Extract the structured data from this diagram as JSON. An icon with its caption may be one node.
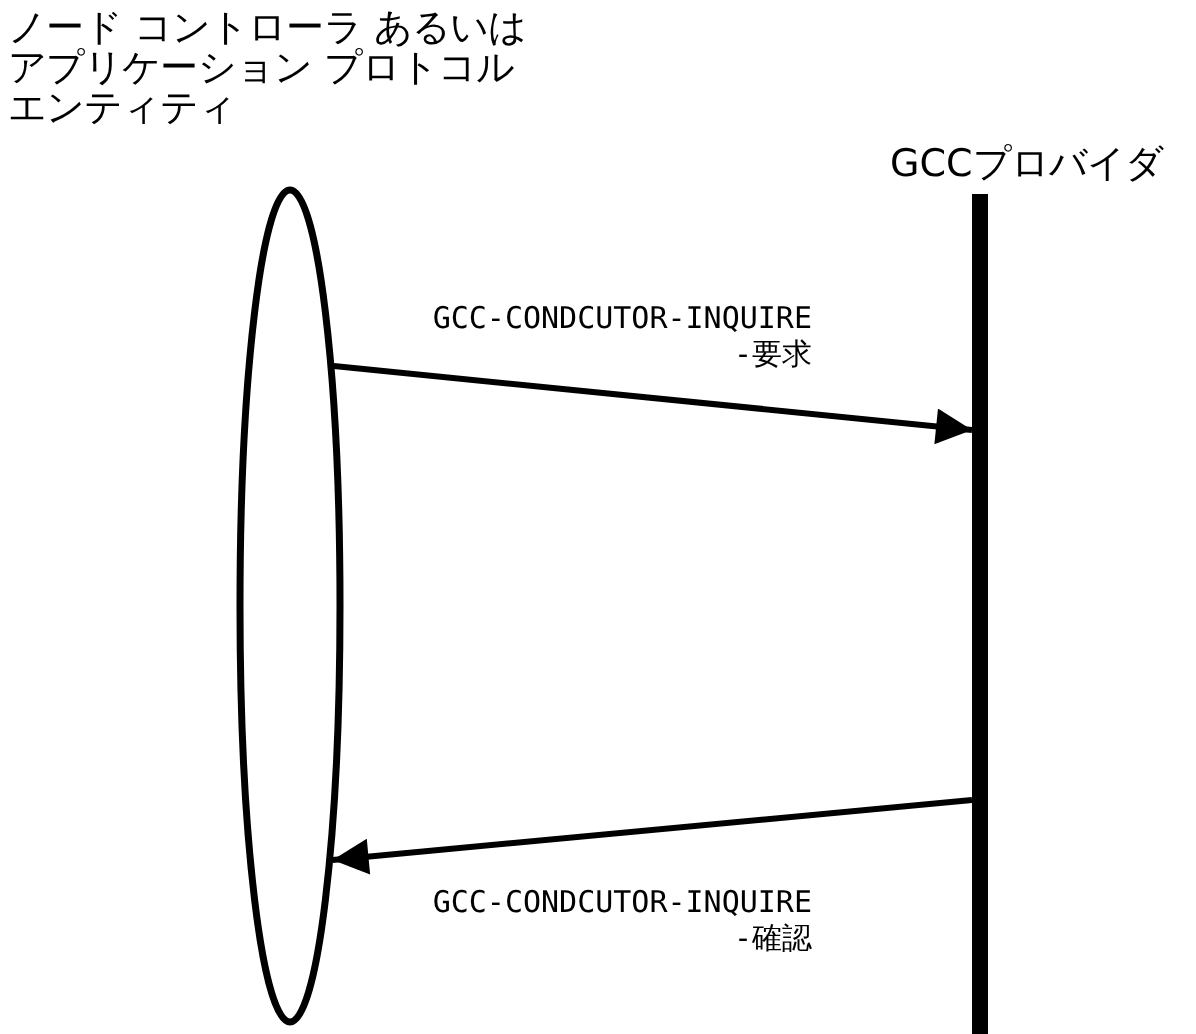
{
  "diagram": {
    "nodes": [
      {
        "text": [
          "ノード コントローラ あるいはアプリケーション プロトコルエンティティ"
        ]
      },
      {
        "text": [
          "GCCプロバイダ"
        ]
      }
    ],
    "edges": [
      {
        "from": 0,
        "to": 1,
        "arrow": "to",
        "label": "GCC-CONDCUTOR-INQUIRE -要求"
      },
      {
        "from": 1,
        "to": 0,
        "arrow": "to",
        "label": "GCC-CONDCUTOR-INQUIRE -確認"
      }
    ]
  }
}
